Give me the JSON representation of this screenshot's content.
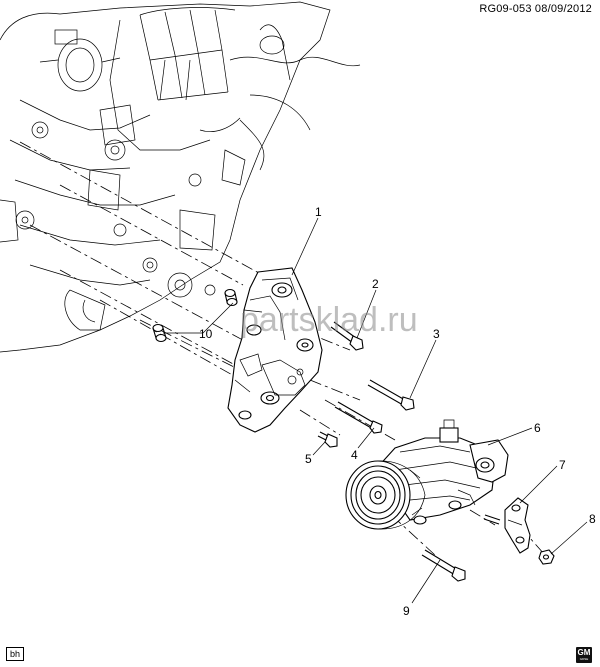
{
  "header": {
    "ref_date": "RG09-053  08/09/2012"
  },
  "watermark": {
    "text": "partsklad.ru"
  },
  "callouts": [
    {
      "id": "1",
      "label": "1"
    },
    {
      "id": "2",
      "label": "2"
    },
    {
      "id": "3",
      "label": "3"
    },
    {
      "id": "4",
      "label": "4"
    },
    {
      "id": "5",
      "label": "5"
    },
    {
      "id": "6",
      "label": "6"
    },
    {
      "id": "7",
      "label": "7"
    },
    {
      "id": "8",
      "label": "8"
    },
    {
      "id": "9",
      "label": "9"
    },
    {
      "id": "10",
      "label": "10"
    }
  ],
  "footer": {
    "author_tag": "bh",
    "logo_text": "GM",
    "logo_sub": "GDSE"
  }
}
